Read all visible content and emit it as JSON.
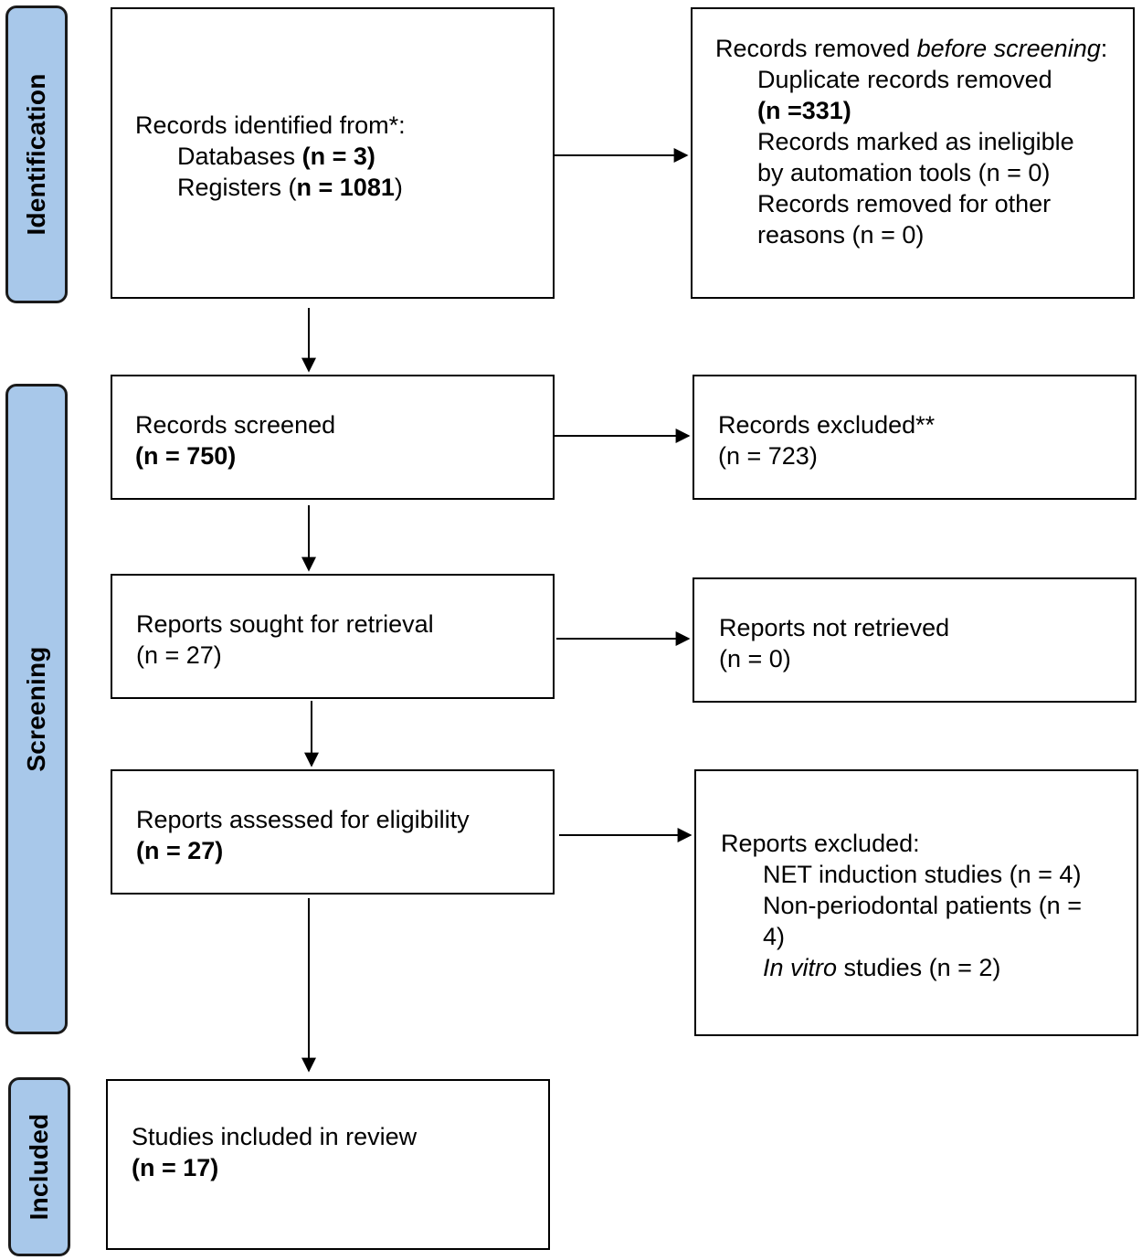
{
  "phases": {
    "identification": "Identification",
    "screening": "Screening",
    "included": "Included"
  },
  "identified": {
    "heading": "Records identified from*:",
    "databases_label": "Databases ",
    "databases_value": "(n = 3)",
    "registers_label": "Registers (",
    "registers_value": "n = 1081",
    "registers_close": ")"
  },
  "removed": {
    "heading_prefix": "Records removed ",
    "heading_em": "before screening",
    "heading_suffix": ":",
    "duplicates_label": "Duplicate records removed",
    "duplicates_value": "(n =331)",
    "ineligible_label": "Records marked as ineligible",
    "ineligible_value": "by automation tools (n = 0)",
    "other_label": "Records removed for other",
    "other_value": "reasons (n = 0)"
  },
  "screened": {
    "label": "Records screened",
    "value": "(n = 750)"
  },
  "excluded": {
    "label": "Records excluded**",
    "value": "(n = 723)"
  },
  "sought": {
    "label": "Reports sought for retrieval",
    "value": "(n = 27)"
  },
  "not_retrieved": {
    "label": "Reports not retrieved",
    "value": "(n = 0)"
  },
  "assessed": {
    "label": "Reports assessed for eligibility",
    "value": "(n = 27)"
  },
  "reports_excluded": {
    "heading": "Reports excluded:",
    "net": "NET induction studies (n = 4)",
    "nonperio_1": "Non-periodontal patients (n =",
    "nonperio_2": "4)",
    "invitro_em": "In vitro",
    "invitro_rest": " studies (n = 2)"
  },
  "included_box": {
    "label": "Studies included in review",
    "value": "(n = 17)"
  }
}
